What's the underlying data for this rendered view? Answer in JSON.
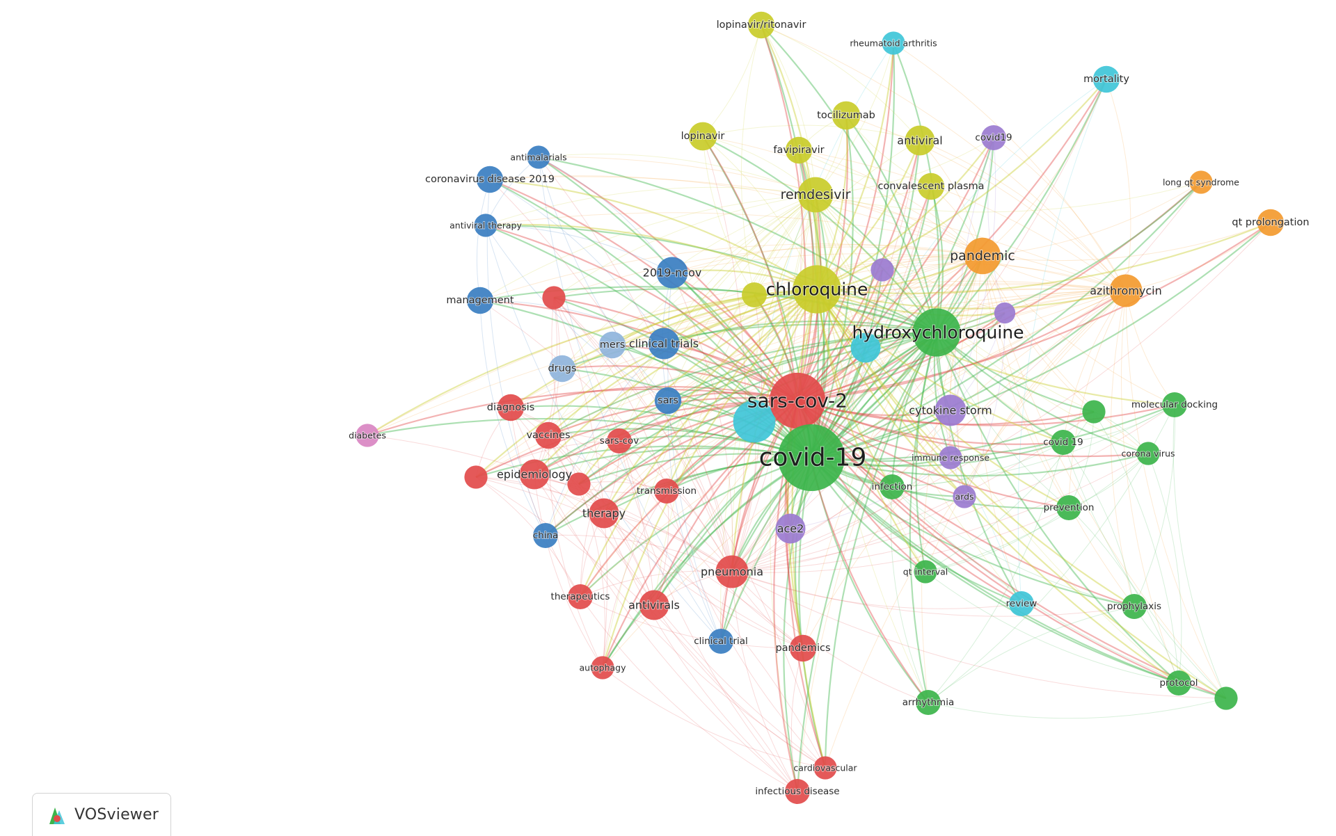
{
  "app": {
    "watermark_label": "VOSviewer",
    "watermark_icon": "vosviewer-logo-icon"
  },
  "clusters": {
    "red": "#e24b4b",
    "green": "#3cb44b",
    "blue": "#3a7ec1",
    "yellow": "#c9cc2a",
    "purple": "#9b7bd0",
    "cyan": "#3fc6d8",
    "orange": "#f39a2f",
    "lightblue": "#8fb4dc",
    "pink": "#d986c2"
  },
  "network": {
    "nodes": [
      {
        "id": "covid-19",
        "label": "covid-19",
        "cluster": "green",
        "weight": 100
      },
      {
        "id": "sars-cov-2",
        "label": "sars-cov-2",
        "cluster": "red",
        "weight": 70
      },
      {
        "id": "hydroxychloroquine",
        "label": "hydroxychloroquine",
        "cluster": "green",
        "weight": 52
      },
      {
        "id": "chloroquine",
        "label": "chloroquine",
        "cluster": "yellow",
        "weight": 52
      },
      {
        "id": "pandemic",
        "label": "pandemic",
        "cluster": "orange",
        "weight": 30
      },
      {
        "id": "remdesivir",
        "label": "remdesivir",
        "cluster": "yellow",
        "weight": 28
      },
      {
        "id": "azithromycin",
        "label": "azithromycin",
        "cluster": "orange",
        "weight": 24
      },
      {
        "id": "pneumonia",
        "label": "pneumonia",
        "cluster": "red",
        "weight": 24
      },
      {
        "id": "cytokine-storm",
        "label": "cytokine storm",
        "cluster": "purple",
        "weight": 22
      },
      {
        "id": "2019-ncov",
        "label": "2019-ncov",
        "cluster": "blue",
        "weight": 22
      },
      {
        "id": "clinical-trials",
        "label": "clinical trials",
        "cluster": "blue",
        "weight": 22
      },
      {
        "id": "antivirals",
        "label": "antivirals",
        "cluster": "red",
        "weight": 20
      },
      {
        "id": "therapy",
        "label": "therapy",
        "cluster": "red",
        "weight": 20
      },
      {
        "id": "epidemiology",
        "label": "epidemiology",
        "cluster": "red",
        "weight": 20
      },
      {
        "id": "ace2",
        "label": "ace2",
        "cluster": "purple",
        "weight": 20
      },
      {
        "id": "antiviral",
        "label": "antiviral",
        "cluster": "yellow",
        "weight": 20
      },
      {
        "id": "tocilizumab",
        "label": "tocilizumab",
        "cluster": "yellow",
        "weight": 18
      },
      {
        "id": "lopinavir",
        "label": "lopinavir",
        "cluster": "yellow",
        "weight": 18
      },
      {
        "id": "favipiravir",
        "label": "favipiravir",
        "cluster": "yellow",
        "weight": 16
      },
      {
        "id": "lopinavir-ritonavir",
        "label": "lopinavir/ritonavir",
        "cluster": "yellow",
        "weight": 16
      },
      {
        "id": "convalescent-plasma",
        "label": "convalescent plasma",
        "cluster": "yellow",
        "weight": 16
      },
      {
        "id": "mortality",
        "label": "mortality",
        "cluster": "cyan",
        "weight": 16
      },
      {
        "id": "covid19",
        "label": "covid19",
        "cluster": "purple",
        "weight": 14
      },
      {
        "id": "long-qt-syndrome",
        "label": "long qt syndrome",
        "cluster": "orange",
        "weight": 12
      },
      {
        "id": "qt-prolongation",
        "label": "qt prolongation",
        "cluster": "orange",
        "weight": 16
      },
      {
        "id": "rheumatoid-arthritis",
        "label": "rheumatoid arthritis",
        "cluster": "cyan",
        "weight": 12
      },
      {
        "id": "antimalarials",
        "label": "antimalarials",
        "cluster": "blue",
        "weight": 12
      },
      {
        "id": "coronavirus-disease-2019",
        "label": "coronavirus disease 2019",
        "cluster": "blue",
        "weight": 16
      },
      {
        "id": "antiviral-therapy",
        "label": "antiviral therapy",
        "cluster": "blue",
        "weight": 12
      },
      {
        "id": "management",
        "label": "management",
        "cluster": "blue",
        "weight": 16
      },
      {
        "id": "mers",
        "label": "mers",
        "cluster": "lightblue",
        "weight": 16
      },
      {
        "id": "drugs",
        "label": "drugs",
        "cluster": "lightblue",
        "weight": 16
      },
      {
        "id": "sars",
        "label": "sars",
        "cluster": "blue",
        "weight": 16
      },
      {
        "id": "diagnosis",
        "label": "diagnosis",
        "cluster": "red",
        "weight": 16
      },
      {
        "id": "vaccines",
        "label": "vaccines",
        "cluster": "red",
        "weight": 16
      },
      {
        "id": "sars-cov",
        "label": "sars-cov",
        "cluster": "red",
        "weight": 14
      },
      {
        "id": "diabetes",
        "label": "diabetes",
        "cluster": "pink",
        "weight": 12
      },
      {
        "id": "transmission",
        "label": "transmission",
        "cluster": "red",
        "weight": 14
      },
      {
        "id": "china",
        "label": "china",
        "cluster": "blue",
        "weight": 14
      },
      {
        "id": "therapeutics",
        "label": "therapeutics",
        "cluster": "red",
        "weight": 14
      },
      {
        "id": "autophagy",
        "label": "autophagy",
        "cluster": "red",
        "weight": 12
      },
      {
        "id": "clinical-trial",
        "label": "clinical trial",
        "cluster": "blue",
        "weight": 14
      },
      {
        "id": "pandemics",
        "label": "pandemics",
        "cluster": "red",
        "weight": 16
      },
      {
        "id": "infection",
        "label": "infection",
        "cluster": "green",
        "weight": 14
      },
      {
        "id": "immune-response",
        "label": "immune response",
        "cluster": "purple",
        "weight": 12
      },
      {
        "id": "ards",
        "label": "ards",
        "cluster": "purple",
        "weight": 12
      },
      {
        "id": "qt-interval",
        "label": "qt interval",
        "cluster": "green",
        "weight": 12
      },
      {
        "id": "review",
        "label": "review",
        "cluster": "cyan",
        "weight": 14
      },
      {
        "id": "prophylaxis",
        "label": "prophylaxis",
        "cluster": "green",
        "weight": 14
      },
      {
        "id": "protocol",
        "label": "protocol",
        "cluster": "green",
        "weight": 14
      },
      {
        "id": "arrhythmia",
        "label": "arrhythmia",
        "cluster": "green",
        "weight": 14
      },
      {
        "id": "prevention",
        "label": "prevention",
        "cluster": "green",
        "weight": 14
      },
      {
        "id": "covid-19-space",
        "label": "covid 19",
        "cluster": "green",
        "weight": 14
      },
      {
        "id": "corona-virus",
        "label": "corona virus",
        "cluster": "green",
        "weight": 12
      },
      {
        "id": "molecular-docking",
        "label": "molecular docking",
        "cluster": "green",
        "weight": 14
      },
      {
        "id": "cardiovascular",
        "label": "cardiovascular",
        "cluster": "red",
        "weight": 12
      },
      {
        "id": "infectious-disease",
        "label": "infectious disease",
        "cluster": "red",
        "weight": 14
      },
      {
        "id": "unlabeled-cyan-1",
        "label": "",
        "cluster": "cyan",
        "weight": 40
      },
      {
        "id": "unlabeled-cyan-2",
        "label": "",
        "cluster": "cyan",
        "weight": 20
      },
      {
        "id": "unlabeled-yellow-1",
        "label": "",
        "cluster": "yellow",
        "weight": 14
      },
      {
        "id": "unlabeled-purple-1",
        "label": "",
        "cluster": "purple",
        "weight": 12
      },
      {
        "id": "unlabeled-purple-2",
        "label": "",
        "cluster": "purple",
        "weight": 10
      },
      {
        "id": "unlabeled-red-1",
        "label": "",
        "cluster": "red",
        "weight": 12
      },
      {
        "id": "unlabeled-red-2",
        "label": "",
        "cluster": "red",
        "weight": 12
      },
      {
        "id": "unlabeled-red-3",
        "label": "",
        "cluster": "red",
        "weight": 12
      },
      {
        "id": "unlabeled-green-1",
        "label": "",
        "cluster": "green",
        "weight": 12
      },
      {
        "id": "unlabeled-green-2",
        "label": "",
        "cluster": "green",
        "weight": 12
      }
    ]
  }
}
